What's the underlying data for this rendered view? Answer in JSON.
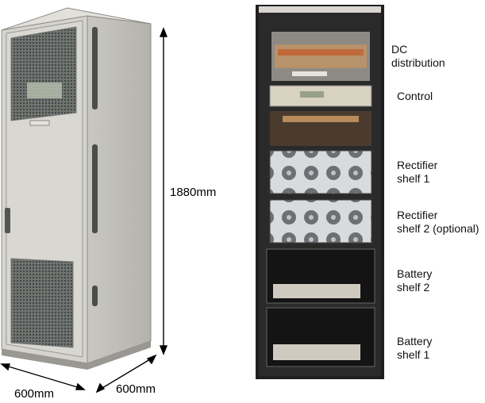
{
  "dimensions": {
    "height": "1880mm",
    "width": "600mm",
    "depth": "600mm"
  },
  "rack_labels": [
    {
      "id": "dc",
      "text": "DC\ndistribution"
    },
    {
      "id": "control",
      "text": "Control"
    },
    {
      "id": "rect1",
      "text": "Rectifier\nshelf 1"
    },
    {
      "id": "rect2",
      "text": "Rectifier\nshelf 2 (optional)"
    },
    {
      "id": "bat2",
      "text": "Battery\nshelf 2"
    },
    {
      "id": "bat1",
      "text": "Battery\nshelf 1"
    }
  ]
}
